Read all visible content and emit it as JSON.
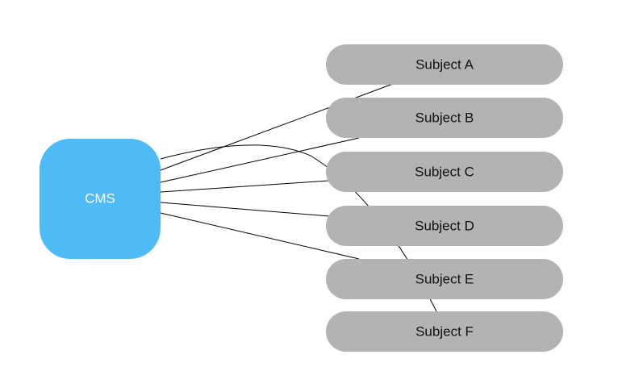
{
  "colors": {
    "hub_fill": "#4fbbf6",
    "subject_fill": "#b3b3b3",
    "edge_stroke": "#000000"
  },
  "hub": {
    "label": "CMS"
  },
  "subjects": [
    {
      "label": "Subject A"
    },
    {
      "label": "Subject B"
    },
    {
      "label": "Subject C"
    },
    {
      "label": "Subject D"
    },
    {
      "label": "Subject E"
    },
    {
      "label": "Subject F"
    }
  ],
  "connections": [
    {
      "from": "CMS",
      "to": "Subject A"
    },
    {
      "from": "CMS",
      "to": "Subject B"
    },
    {
      "from": "CMS",
      "to": "Subject C"
    },
    {
      "from": "CMS",
      "to": "Subject D"
    },
    {
      "from": "CMS",
      "to": "Subject E"
    },
    {
      "from": "CMS",
      "to": "Subject F"
    }
  ]
}
